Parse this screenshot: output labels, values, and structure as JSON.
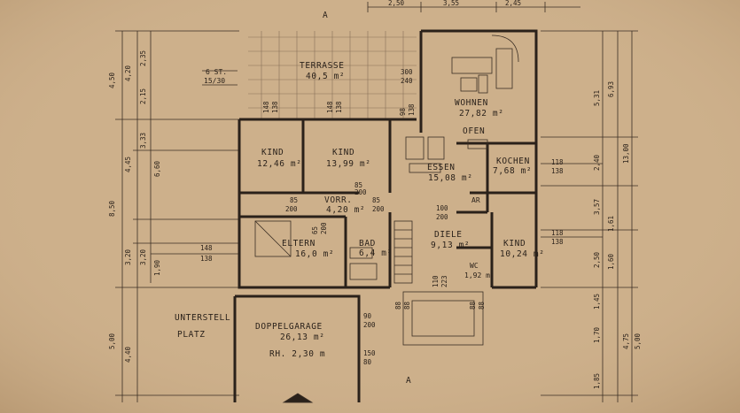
{
  "rooms": {
    "terrasse": {
      "name": "TERRASSE",
      "area": "40,5 m²"
    },
    "wohnen": {
      "name": "WOHNEN",
      "area": "27,82 m²"
    },
    "ofen": {
      "name": "OFEN"
    },
    "kind1": {
      "name": "KIND",
      "area": "12,46 m²"
    },
    "kind2": {
      "name": "KIND",
      "area": "13,99 m²"
    },
    "essen": {
      "name": "ESSEN",
      "area": "15,08 m²"
    },
    "kochen": {
      "name": "KOCHEN",
      "area": "7,68 m²"
    },
    "vorr": {
      "name": "VORR.",
      "area": "4,20 m²"
    },
    "eltern": {
      "name": "ELTERN",
      "area": "16,0 m²"
    },
    "bad": {
      "name": "BAD",
      "area": "6,4 m²"
    },
    "diele": {
      "name": "DIELE",
      "area": "9,13 m²"
    },
    "kind3": {
      "name": "KIND",
      "area": "10,24 m²"
    },
    "ar": {
      "name": "AR"
    },
    "wc": {
      "name": "WC",
      "area": "1,92 m²"
    },
    "garage": {
      "name": "DOPPELGARAGE",
      "area": "26,13 m²",
      "height": "RH. 2,30 m"
    }
  },
  "notes": {
    "unterstell": "UNTERSTELL",
    "platz": "PLATZ",
    "stairs": "6 ST.",
    "stairs_ratio": "15/30",
    "section_mark": "A"
  },
  "dimensions": {
    "top": [
      "2,50",
      "3,55",
      "2,45"
    ],
    "left_outer": [
      "4,50",
      "8,50",
      "5,00"
    ],
    "left_mid": [
      "4,20",
      "4,45",
      "3,20",
      "4,40"
    ],
    "left_inner": [
      "2,35",
      "2,15",
      "3,33",
      "6,60",
      "3,20",
      "1,90"
    ],
    "right_inner": [
      "5,31",
      "2,40",
      "3,57",
      "1,61",
      "2,50",
      "1,60",
      "1,45",
      "1,70",
      "1,85"
    ],
    "right_mid": [
      "6,93",
      "4,75"
    ],
    "right_outer": [
      "13,00",
      "5,00"
    ],
    "openings": [
      "300",
      "240",
      "148",
      "138",
      "148",
      "138",
      "98",
      "138",
      "85",
      "200",
      "85",
      "200",
      "85",
      "200",
      "65",
      "200",
      "100",
      "200",
      "118",
      "138",
      "118",
      "138",
      "148",
      "138",
      "110",
      "223",
      "90",
      "200",
      "150",
      "80",
      "88",
      "88",
      "88",
      "88"
    ]
  }
}
